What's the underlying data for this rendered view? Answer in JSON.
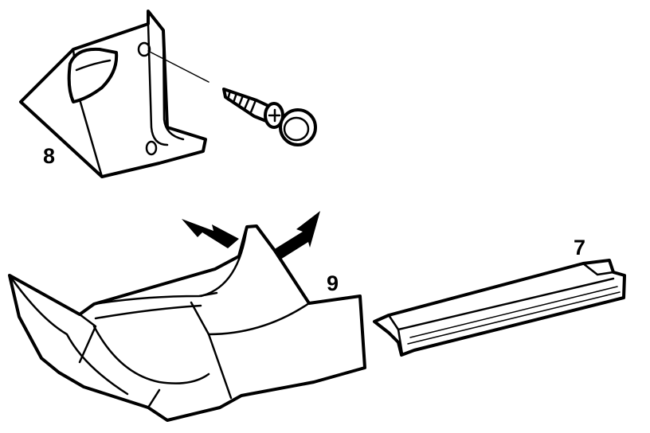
{
  "labels": {
    "part_7": "7",
    "part_8": "8",
    "part_9": "9"
  },
  "icons": {
    "arrow_left": "arrow-icon",
    "arrow_right": "arrow-icon",
    "screw": "screw-icon",
    "cap": "screw-cap-icon"
  }
}
